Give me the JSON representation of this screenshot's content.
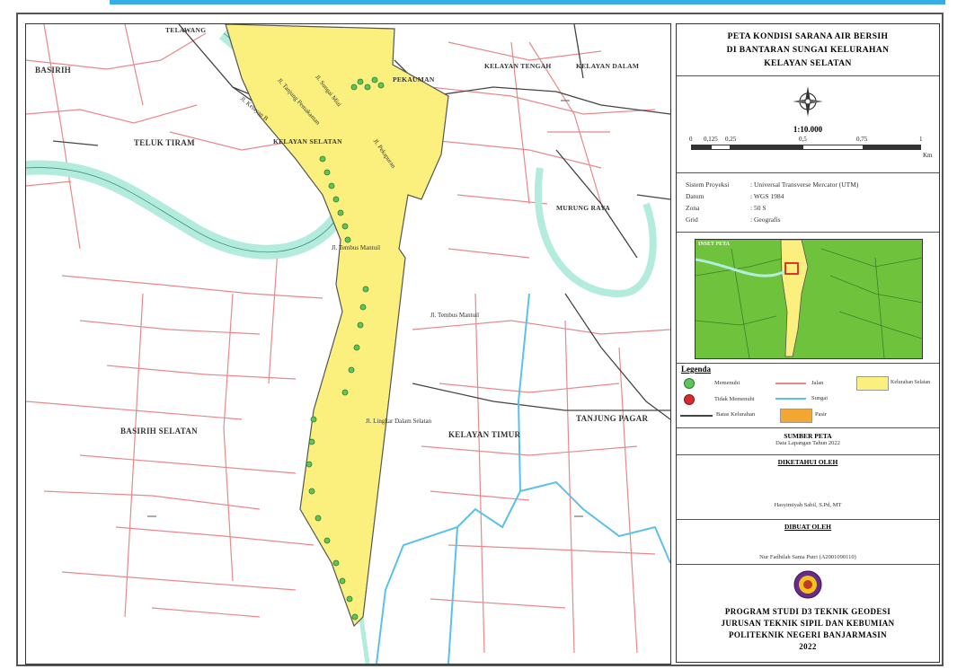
{
  "map": {
    "areas": [
      "BASIRIH",
      "TELUK TIRAM",
      "KELAYAN SELATAN",
      "PEKAUMAN",
      "KELAYAN TENGAH",
      "KELAYAN DALAM",
      "MURUNG RAYA",
      "BASIRIH SELATAN",
      "KELAYAN TIMUR",
      "TANJUNG PAGAR",
      "TELAWANG"
    ],
    "streets": [
      "Jl. Tanjung Pemakaman",
      "Jl. Sungai Miai",
      "Jl. Tembus Mantuil",
      "Jl. Lingkar Dalam Selatan",
      "Jl. Tembus Mantuil",
      "Jl. Pekapuran",
      "Jl. Kelayan B"
    ],
    "colors": {
      "admin_area": "#fbf07d",
      "river": "#b3ecdd",
      "road": "#e8888c",
      "green_point": "#5ec45b"
    }
  },
  "panel": {
    "title_lines": [
      "PETA KONDISI SARANA AIR BERSIH",
      "DI BANTARAN SUNGAI KELURAHAN",
      "KELAYAN SELATAN"
    ],
    "compass_icon": "compass-rose-icon",
    "scale_text": "1:10.000",
    "scale_marks": [
      "0",
      "0,125",
      "0,25",
      "0,5",
      "0,75",
      "1"
    ],
    "scale_unit": "Km",
    "projection": [
      {
        "k": "Sistem Proyeksi",
        "v": ": Universal Transverse Mercator (UTM)"
      },
      {
        "k": "Datum",
        "v": ": WGS 1984"
      },
      {
        "k": "Zona",
        "v": ": 50 S"
      },
      {
        "k": "Grid",
        "v": ": Geografis"
      }
    ],
    "inset_label": "INSET PETA",
    "legend_title": "Legenda",
    "legend": {
      "sumur_layak": "Memenuhi",
      "sumur_tidak": "Tidak Memenuhi",
      "batas": "Batas Kelurahan",
      "jalan": "Jalan",
      "sungai": "Sungai",
      "kelurahan": "Kelurahan Selatan",
      "pasir": "Pasir"
    },
    "sumber_title": "SUMBER PETA",
    "sumber_text": "Data Lapangan Tahun 2022",
    "diketahui_title": "DIKETAHUI OLEH",
    "diketahui_name": "Hasyimiyah Sabil, S.Pd, MT",
    "dibuat_title": "DIBUAT OLEH",
    "dibuat_name": "Nur Fadhilah Sania Putri (A2001090110)",
    "institution_lines": [
      "PROGRAM STUDI D3 TEKNIK GEODESI",
      "JURUSAN TEKNIK SIPIL DAN KEBUMIAN",
      "POLITEKNIK NEGERI BANJARMASIN",
      "2022"
    ],
    "logo_icon": "polytechnic-logo-icon"
  }
}
